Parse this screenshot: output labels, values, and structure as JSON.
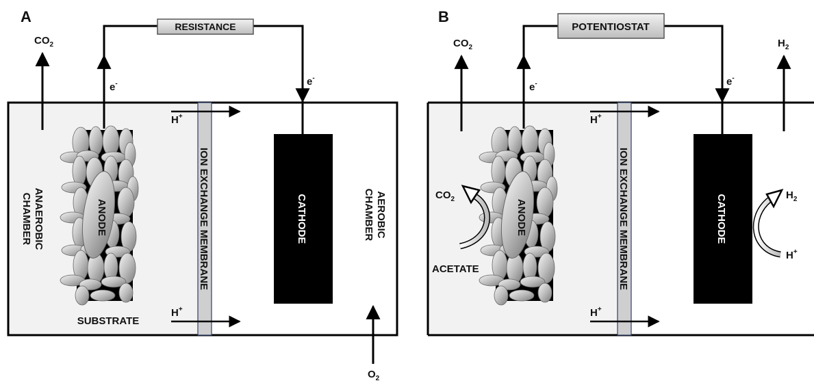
{
  "panels": [
    {
      "letter": "A",
      "external_box": "RESISTANCE",
      "top_gas": {
        "base": "CO",
        "sub": "2"
      },
      "electron_left": {
        "base": "e",
        "sup": "-"
      },
      "electron_right": {
        "base": "e",
        "sup": "-"
      },
      "proton_top": {
        "base": "H",
        "sup": "+"
      },
      "proton_bottom": {
        "base": "H",
        "sup": "+"
      },
      "left_chamber_line1": "ANAEROBIC",
      "left_chamber_line2": "CHAMBER",
      "right_chamber_line1": "AEROBIC",
      "right_chamber_line2": "CHAMBER",
      "anode_label": "ANODE",
      "cathode_label": "CATHODE",
      "membrane_label": "ION EXCHANGE MEMBRANE",
      "substrate_label": "SUBSTRATE",
      "bottom_gas": {
        "base": "O",
        "sub": "2"
      }
    },
    {
      "letter": "B",
      "external_box": "POTENTIOSTAT",
      "top_gas": {
        "base": "CO",
        "sub": "2"
      },
      "right_top_gas": {
        "base": "H",
        "sub": "2"
      },
      "electron_left": {
        "base": "e",
        "sup": "-"
      },
      "electron_right": {
        "base": "e",
        "sup": "-"
      },
      "proton_top": {
        "base": "H",
        "sup": "+"
      },
      "proton_bottom": {
        "base": "H",
        "sup": "+"
      },
      "anode_label": "ANODE",
      "cathode_label": "CATHODE",
      "membrane_label": "ION EXCHANGE MEMBRANE",
      "acetate_label": "ACETATE",
      "anode_co2": {
        "base": "CO",
        "sub": "2"
      },
      "cathode_h2": {
        "base": "H",
        "sub": "2"
      },
      "cathode_hplus": {
        "base": "H",
        "sup": "+"
      }
    }
  ],
  "colors": {
    "chamber_fill": "#f2f2f2",
    "electrode": "#000000",
    "membrane_fill": "#cfcfcf",
    "box_fill": "#dcdcdc",
    "line": "#000000"
  },
  "icons": [
    "bacteria-cell-icon",
    "arrow-icon"
  ]
}
